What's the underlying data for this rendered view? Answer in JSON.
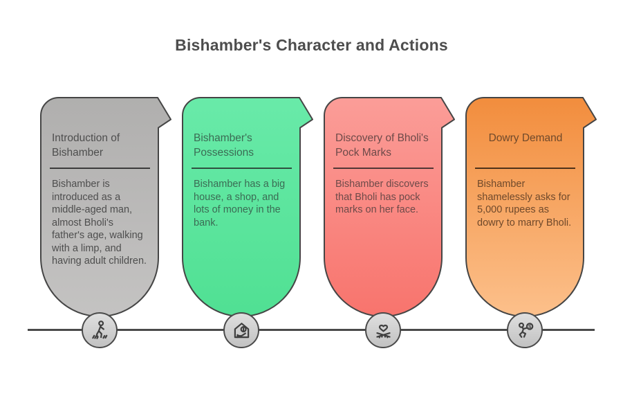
{
  "title": "Bishamber's Character and Actions",
  "timeline": {
    "line_color": "#4a4a4a"
  },
  "badge_style": {
    "fill_top": "#dfdfdf",
    "fill_bottom": "#c2c2c2",
    "border": "#4a4a4a",
    "glyph": "#3f3f3f"
  },
  "cards": [
    {
      "id": "introduction",
      "title": "Introduction of Bishamber",
      "body": "Bishamber is introduced as a middle-aged man, almost Bholi's father's age, walking with a limp, and having adult children.",
      "icon": "walking-person-icon",
      "title_align": "left",
      "colors": {
        "fill_top": "#b0afae",
        "fill_bottom": "#c4c3c2",
        "border": "#454545",
        "text": "#4e4e4e",
        "divider": "#3b3b3b"
      }
    },
    {
      "id": "possessions",
      "title": "Bishamber's Possessions",
      "body": "Bishamber has a big house, a shop, and lots of money in the bank.",
      "icon": "house-money-icon",
      "title_align": "left",
      "colors": {
        "fill_top": "#69eaa9",
        "fill_bottom": "#50e093",
        "border": "#3d5b4c",
        "text": "#3b6b54",
        "divider": "#2f4f40"
      }
    },
    {
      "id": "pock-marks",
      "title": "Discovery of Bholi's Pock Marks",
      "body": "Bishamber discovers that Bholi has pock marks on her face.",
      "icon": "hands-heart-icon",
      "title_align": "left",
      "colors": {
        "fill_top": "#fb9d98",
        "fill_bottom": "#f8746d",
        "border": "#5c403f",
        "text": "#6d4a49",
        "divider": "#523635"
      }
    },
    {
      "id": "dowry-demand",
      "title": "Dowry Demand",
      "body": "Bishamber shamelessly asks for 5,000 rupees as dowry to marry Bholi.",
      "icon": "person-money-icon",
      "title_align": "center",
      "colors": {
        "fill_top": "#f28d3d",
        "fill_bottom": "#fcc08b",
        "border": "#57猫3a20",
        "text": "#6f492b",
        "divider": "#4f3119"
      }
    }
  ]
}
